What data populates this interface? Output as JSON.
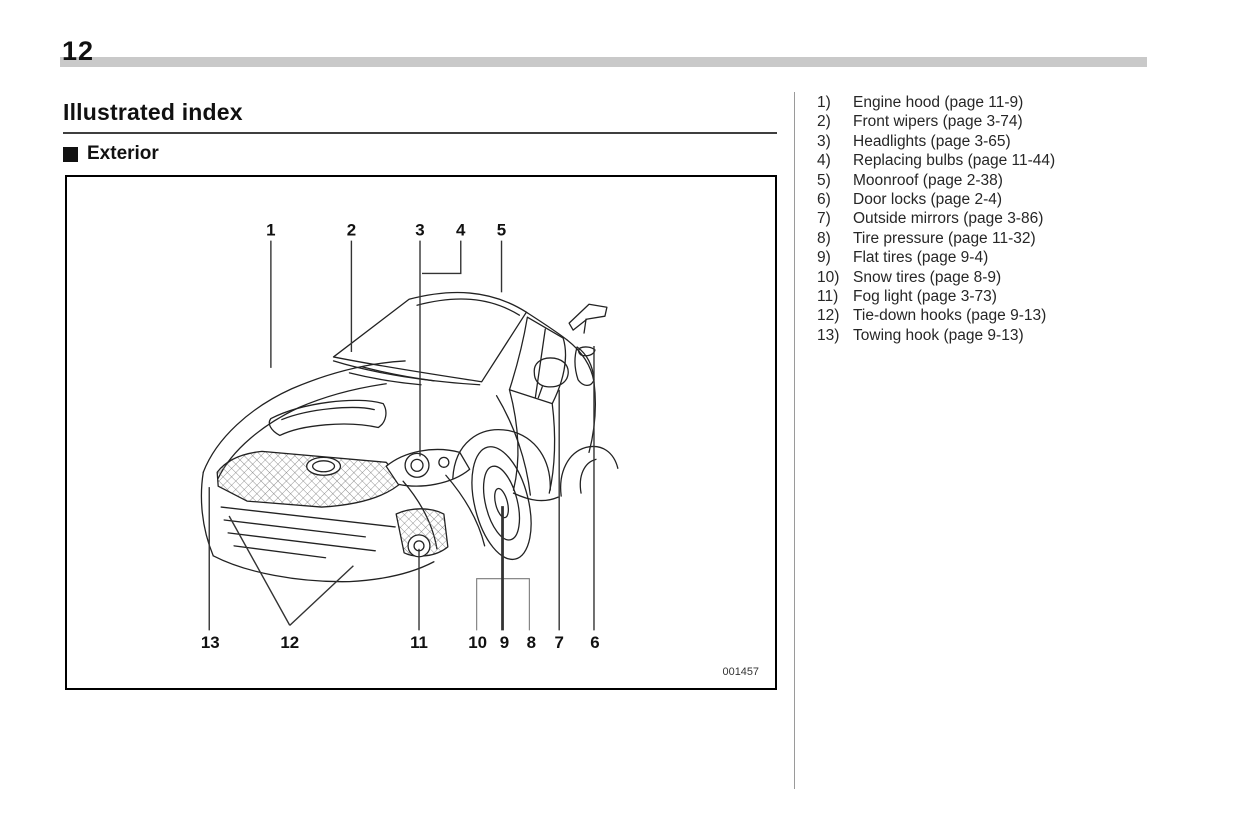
{
  "page": {
    "number": "12"
  },
  "header": {
    "title": "Illustrated index"
  },
  "section": {
    "title": "Exterior"
  },
  "figure": {
    "code": "001457",
    "callouts_top": [
      "1",
      "2",
      "3",
      "4",
      "5"
    ],
    "callouts_bottom": [
      "13",
      "12",
      "11",
      "10",
      "9",
      "8",
      "7",
      "6"
    ]
  },
  "legend": {
    "items": [
      {
        "num": "1)",
        "label": "Engine hood (page 11-9)"
      },
      {
        "num": "2)",
        "label": "Front wipers (page 3-74)"
      },
      {
        "num": "3)",
        "label": "Headlights (page 3-65)"
      },
      {
        "num": "4)",
        "label": "Replacing bulbs (page 11-44)"
      },
      {
        "num": "5)",
        "label": "Moonroof (page 2-38)"
      },
      {
        "num": "6)",
        "label": "Door locks (page 2-4)"
      },
      {
        "num": "7)",
        "label": "Outside mirrors (page 3-86)"
      },
      {
        "num": "8)",
        "label": "Tire pressure (page 11-32)"
      },
      {
        "num": "9)",
        "label": "Flat tires (page 9-4)"
      },
      {
        "num": "10)",
        "label": "Snow tires (page 8-9)"
      },
      {
        "num": "11)",
        "label": "Fog light (page 3-73)"
      },
      {
        "num": "12)",
        "label": "Tie-down hooks (page 9-13)"
      },
      {
        "num": "13)",
        "label": "Towing hook (page 9-13)"
      }
    ]
  },
  "colors": {
    "header_bar": "#c9c9c9",
    "figure_border": "#000000",
    "divider": "#9a9a9a",
    "line_art": "#222222",
    "text": "#1a1a1a"
  }
}
